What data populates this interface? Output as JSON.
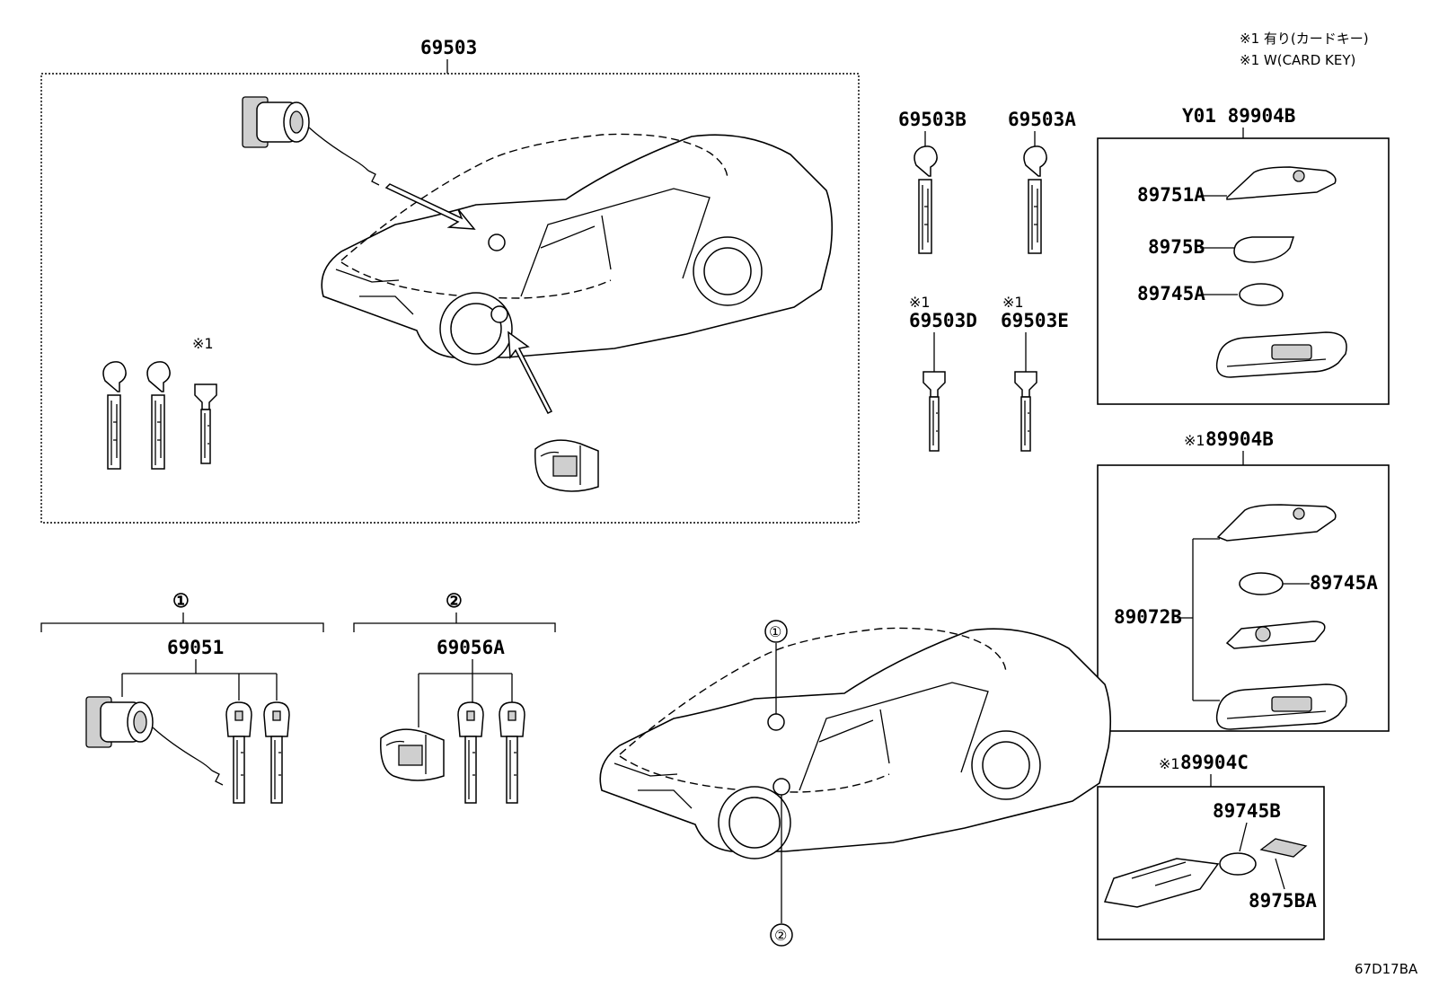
{
  "notes": {
    "line1": "※1 有り(カードキー)",
    "line2": "※1 W(CARD KEY)"
  },
  "marker": "※1",
  "callouts": {
    "one": "①",
    "two": "②"
  },
  "labels": {
    "p69503": "69503",
    "p69503B": "69503B",
    "p69503A": "69503A",
    "p69503D": "69503D",
    "p69503E": "69503E",
    "boxY01": "Y01 89904B",
    "p89751A": "89751A",
    "p8975B": "8975B",
    "p89745A_top": "89745A",
    "box89904B": "89904B",
    "p89745A_mid": "89745A",
    "p89072B": "89072B",
    "box89904C": "89904C",
    "p89745B": "89745B",
    "p8975BA": "8975BA",
    "p69051": "69051",
    "p69056A": "69056A"
  },
  "diagram_code": "67D17BA"
}
